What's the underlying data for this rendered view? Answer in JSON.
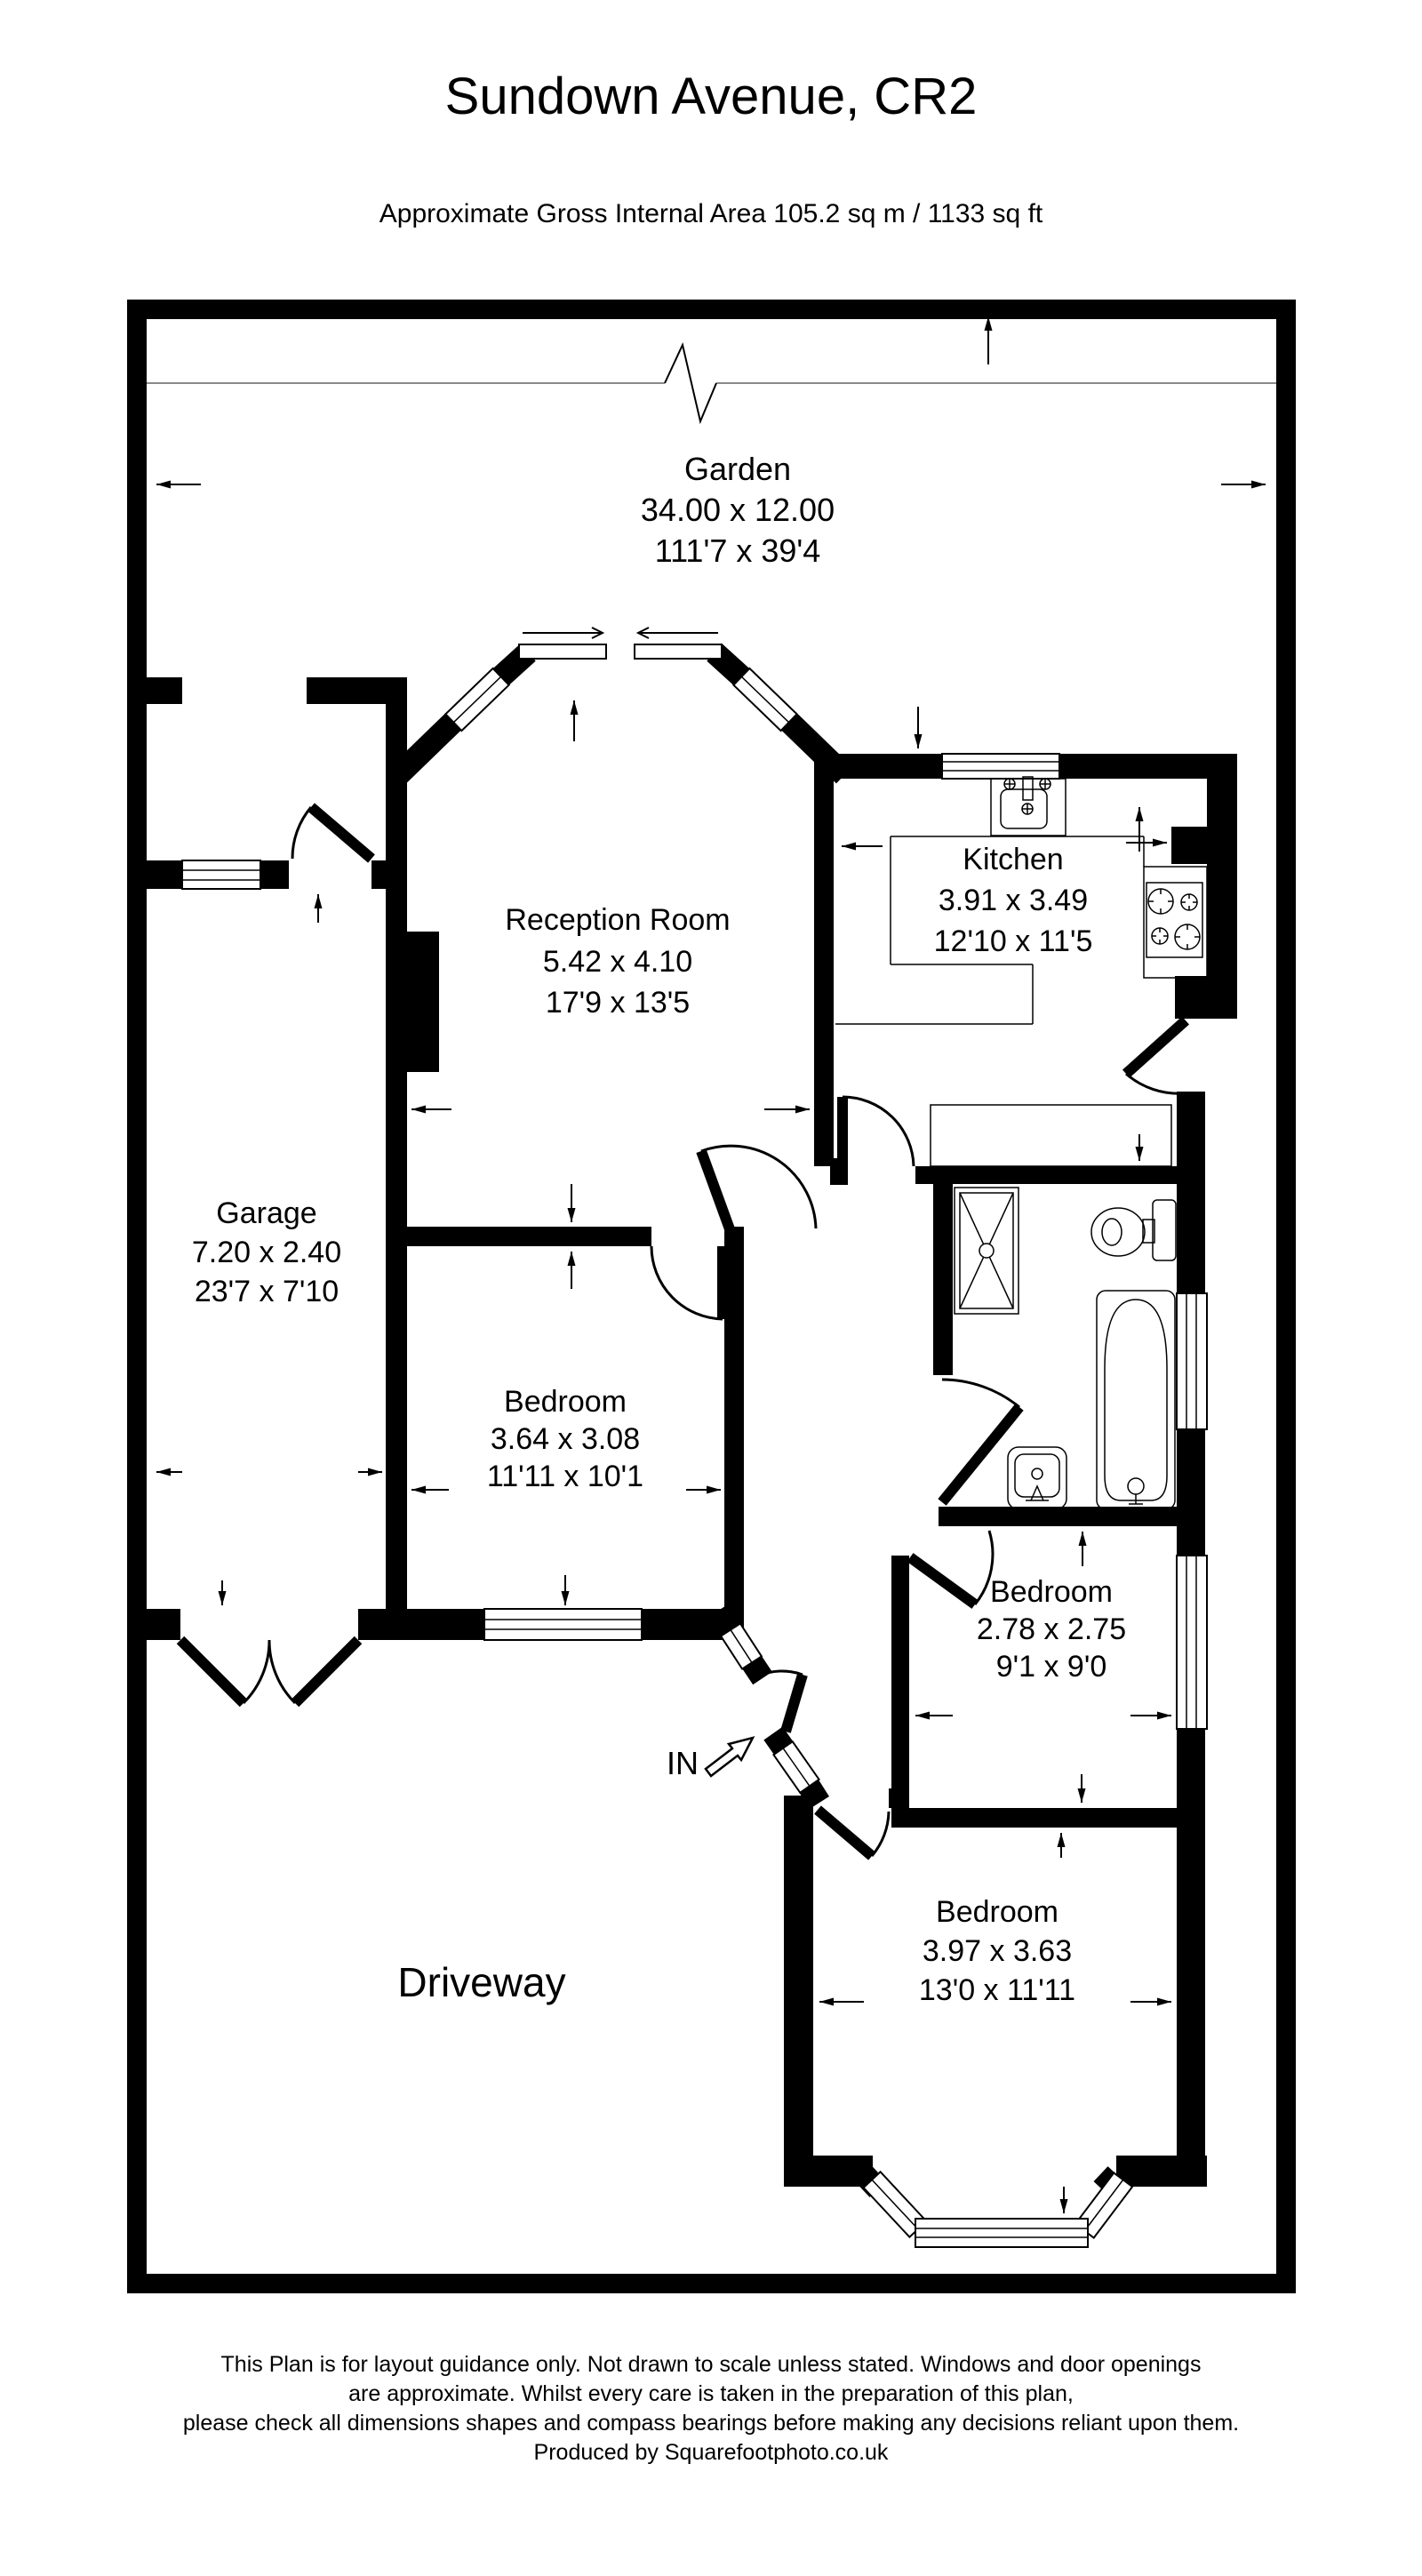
{
  "title": "Sundown Avenue, CR2",
  "subtitle": "Approximate Gross Internal Area  105.2 sq m / 1133 sq ft",
  "rooms": {
    "garden": {
      "name": "Garden",
      "metric": "34.00 x 12.00",
      "imperial": "111'7 x 39'4"
    },
    "reception": {
      "name": "Reception Room",
      "metric": "5.42 x 4.10",
      "imperial": "17'9 x 13'5"
    },
    "kitchen": {
      "name": "Kitchen",
      "metric": "3.91 x 3.49",
      "imperial": "12'10 x 11'5"
    },
    "garage": {
      "name": "Garage",
      "metric": "7.20 x 2.40",
      "imperial": "23'7 x 7'10"
    },
    "bedroom1": {
      "name": "Bedroom",
      "metric": "3.64 x 3.08",
      "imperial": "11'11 x 10'1"
    },
    "bedroom2": {
      "name": "Bedroom",
      "metric": "2.78 x 2.75",
      "imperial": "9'1 x 9'0"
    },
    "bedroom3": {
      "name": "Bedroom",
      "metric": "3.97 x 3.63",
      "imperial": "13'0 x 11'11"
    },
    "driveway": {
      "name": "Driveway"
    }
  },
  "entrance_label": "IN",
  "footer": {
    "line1": "This Plan is for layout guidance only. Not drawn to scale unless stated. Windows and door openings",
    "line2": "are approximate. Whilst every care is taken in the preparation of this plan,",
    "line3": "please check all dimensions shapes and compass bearings before making any decisions reliant upon them.",
    "line4": "Produced by Squarefootphoto.co.uk"
  },
  "colors": {
    "wall": "#000000",
    "background": "#ffffff",
    "garden_line": "#8a8a8a"
  }
}
